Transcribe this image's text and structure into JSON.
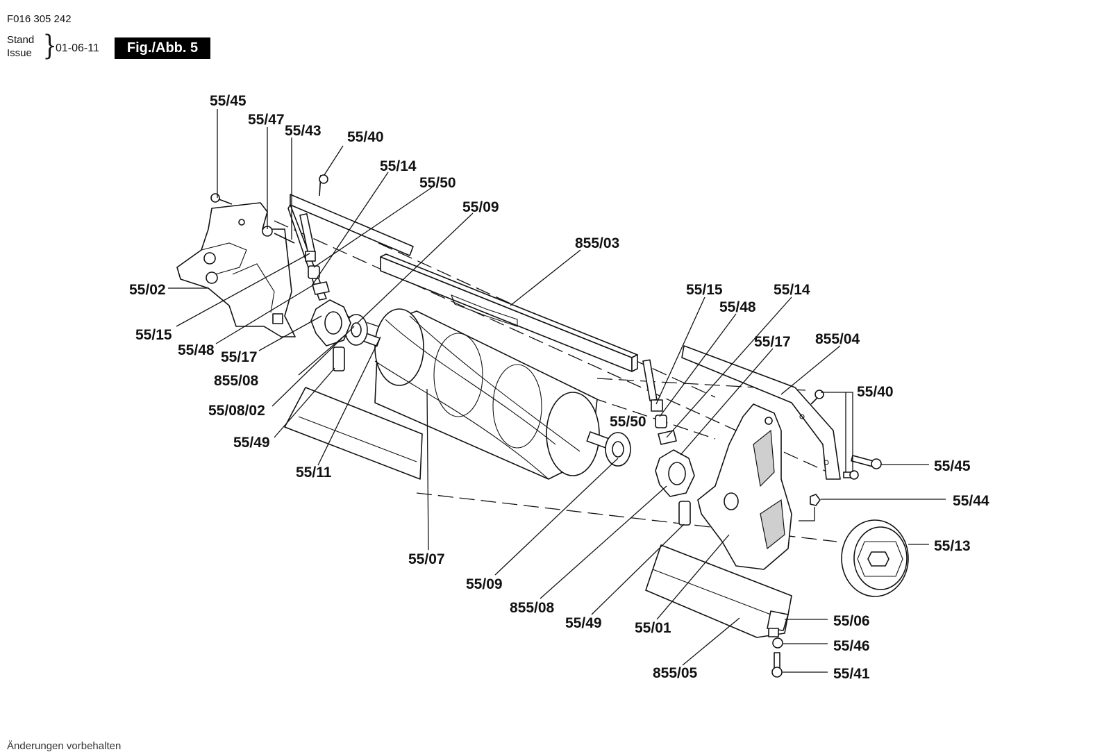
{
  "header": {
    "doc_number": "F016 305 242",
    "issue_label_de": "Stand",
    "issue_label_en": "Issue",
    "issue_date": "01-06-11",
    "figure_label": "Fig./Abb. 5"
  },
  "footer": {
    "note": "Änderungen vorbehalten"
  },
  "callouts": [
    "55/45",
    "55/47",
    "55/43",
    "55/40",
    "55/14",
    "55/50",
    "55/09",
    "855/03",
    "55/02",
    "55/15",
    "55/48",
    "55/17",
    "855/08",
    "55/08/02",
    "55/49",
    "55/11",
    "55/07",
    "55/09",
    "855/08",
    "55/49",
    "55/01",
    "855/05",
    "55/15",
    "55/48",
    "55/14",
    "55/17",
    "855/04",
    "55/40",
    "55/50",
    "55/45",
    "55/44",
    "55/13",
    "55/06",
    "55/46",
    "55/41"
  ]
}
